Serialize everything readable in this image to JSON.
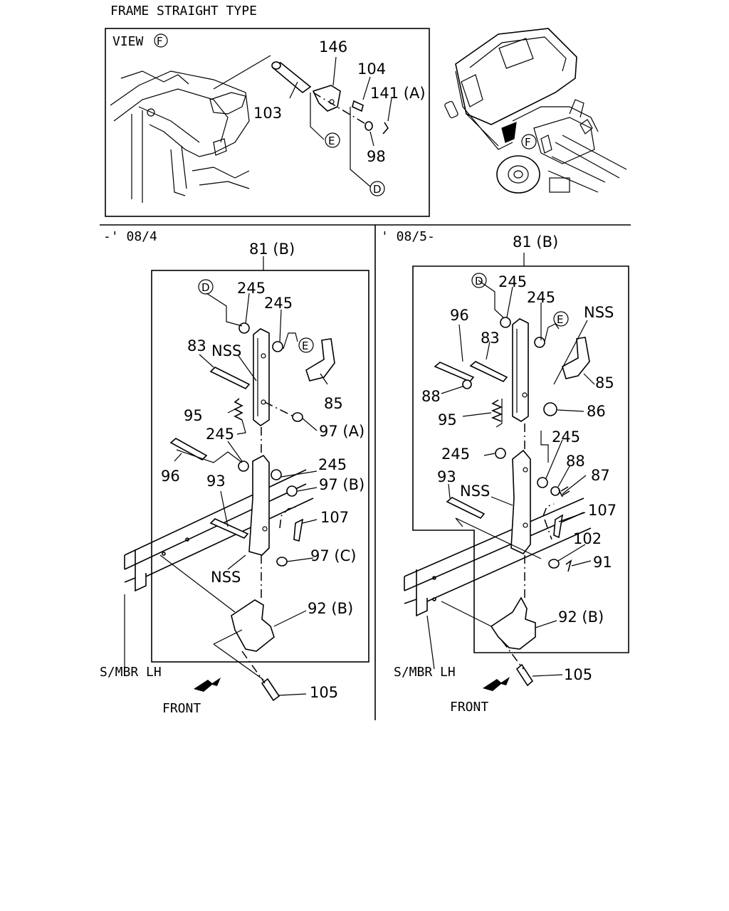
{
  "title": "FRAME STRAIGHT TYPE",
  "view": {
    "label": "VIEW",
    "letter": "F"
  },
  "left_period": "-' 08/4",
  "right_period": "' 08/5-",
  "codes": {
    "D": "D",
    "E": "E",
    "F": "F"
  },
  "top_labels": {
    "p146": "146",
    "p104": "104",
    "p141a": "141 (A)",
    "p103": "103",
    "p98": "98"
  },
  "left_labels": {
    "p81b": "81 (B)",
    "p245a": "245",
    "p245b": "245",
    "p83": "83",
    "nss1": "NSS",
    "p85": "85",
    "p95": "95",
    "p97a": "97 (A)",
    "p245c": "245",
    "p96": "96",
    "p245d": "245",
    "p97b": "97 (B)",
    "p93": "93",
    "p107": "107",
    "p97c": "97 (C)",
    "nss2": "NSS",
    "p92b": "92 (B)",
    "p105": "105",
    "smbr": "S/MBR  LH",
    "front": "FRONT"
  },
  "right_labels": {
    "p81b": "81 (B)",
    "p245a": "245",
    "p245b": "245",
    "p96": "96",
    "p83": "83",
    "nss1": "NSS",
    "p85": "85",
    "p88a": "88",
    "p86": "86",
    "p95": "95",
    "p245c": "245",
    "p245d": "245",
    "p88b": "88",
    "p87": "87",
    "p93": "93",
    "nss2": "NSS",
    "p107": "107",
    "p102": "102",
    "p91": "91",
    "p92b": "92 (B)",
    "p105": "105",
    "smbr": "S/MBR  LH",
    "front": "FRONT"
  }
}
